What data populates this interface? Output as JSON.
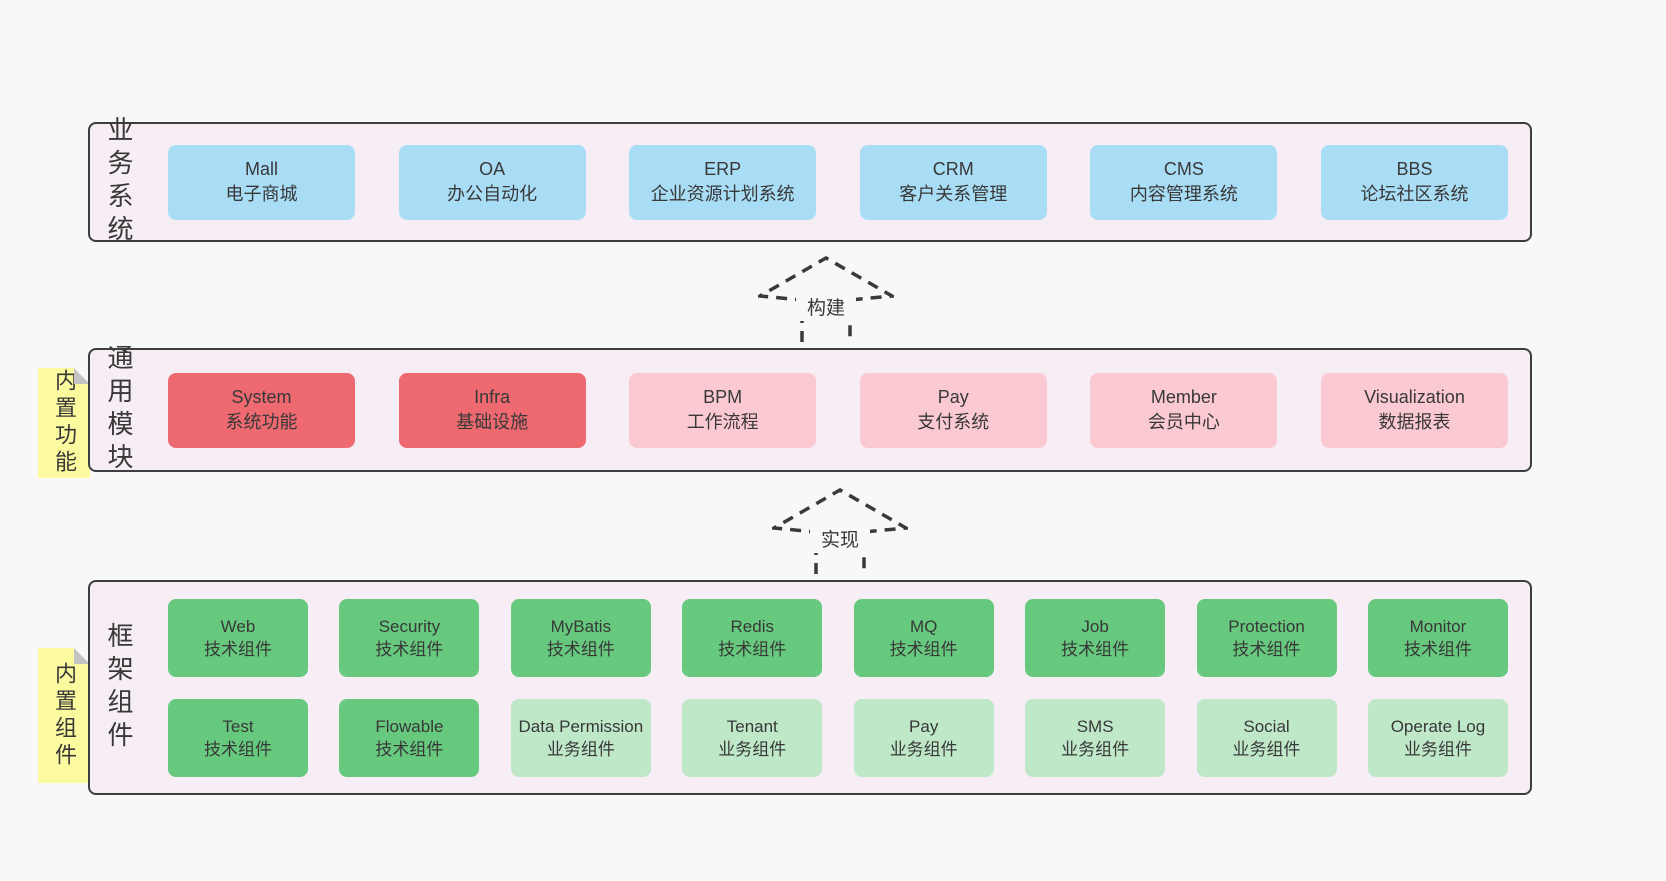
{
  "colors": {
    "page_bg": "#f8f8f8",
    "panel_bg": "#f7edf5",
    "panel_border": "#3d3d3d",
    "blue": "#a9ddf5",
    "red": "#ef6a70",
    "pink": "#fbc9d2",
    "green": "#66c97e",
    "light_green": "#bfe8c9",
    "tab_yellow": "#fbfa9e",
    "fold_gray": "#c4c4c4",
    "text": "#383838"
  },
  "arrows": [
    {
      "label": "构建"
    },
    {
      "label": "实现"
    }
  ],
  "layers": [
    {
      "name": "business-systems",
      "side_label": "业务系统",
      "boxes": [
        {
          "title": "Mall",
          "subtitle": "电子商城",
          "variant": "blue"
        },
        {
          "title": "OA",
          "subtitle": "办公自动化",
          "variant": "blue"
        },
        {
          "title": "ERP",
          "subtitle": "企业资源计划系统",
          "variant": "blue"
        },
        {
          "title": "CRM",
          "subtitle": "客户关系管理",
          "variant": "blue"
        },
        {
          "title": "CMS",
          "subtitle": "内容管理系统",
          "variant": "blue"
        },
        {
          "title": "BBS",
          "subtitle": "论坛社区系统",
          "variant": "blue"
        }
      ]
    },
    {
      "name": "common-modules",
      "side_label": "通用模块",
      "tab_label": "内置功能",
      "boxes": [
        {
          "title": "System",
          "subtitle": "系统功能",
          "variant": "red"
        },
        {
          "title": "Infra",
          "subtitle": "基础设施",
          "variant": "red"
        },
        {
          "title": "BPM",
          "subtitle": "工作流程",
          "variant": "pink"
        },
        {
          "title": "Pay",
          "subtitle": "支付系统",
          "variant": "pink"
        },
        {
          "title": "Member",
          "subtitle": "会员中心",
          "variant": "pink"
        },
        {
          "title": "Visualization",
          "subtitle": "数据报表",
          "variant": "pink"
        }
      ]
    },
    {
      "name": "framework-components",
      "side_label": "框架组件",
      "tab_label": "内置组件",
      "rows": [
        [
          {
            "title": "Web",
            "subtitle": "技术组件",
            "variant": "green"
          },
          {
            "title": "Security",
            "subtitle": "技术组件",
            "variant": "green"
          },
          {
            "title": "MyBatis",
            "subtitle": "技术组件",
            "variant": "green"
          },
          {
            "title": "Redis",
            "subtitle": "技术组件",
            "variant": "green"
          },
          {
            "title": "MQ",
            "subtitle": "技术组件",
            "variant": "green"
          },
          {
            "title": "Job",
            "subtitle": "技术组件",
            "variant": "green"
          },
          {
            "title": "Protection",
            "subtitle": "技术组件",
            "variant": "green"
          },
          {
            "title": "Monitor",
            "subtitle": "技术组件",
            "variant": "green"
          }
        ],
        [
          {
            "title": "Test",
            "subtitle": "技术组件",
            "variant": "green"
          },
          {
            "title": "Flowable",
            "subtitle": "技术组件",
            "variant": "green"
          },
          {
            "title": "Data Permission",
            "subtitle": "业务组件",
            "variant": "lightgreen"
          },
          {
            "title": "Tenant",
            "subtitle": "业务组件",
            "variant": "lightgreen"
          },
          {
            "title": "Pay",
            "subtitle": "业务组件",
            "variant": "lightgreen"
          },
          {
            "title": "SMS",
            "subtitle": "业务组件",
            "variant": "lightgreen"
          },
          {
            "title": "Social",
            "subtitle": "业务组件",
            "variant": "lightgreen"
          },
          {
            "title": "Operate Log",
            "subtitle": "业务组件",
            "variant": "lightgreen"
          }
        ]
      ]
    }
  ]
}
